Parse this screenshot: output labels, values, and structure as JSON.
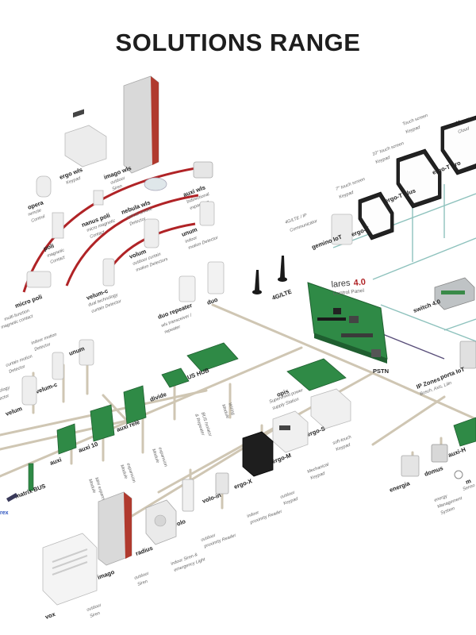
{
  "title": "SOLUTIONS RANGE",
  "colors": {
    "bus": "#cfc6b3",
    "radio": "#b02326",
    "network": "#7fb7b2",
    "pcb": "#2f8a46",
    "panel": "#6b6b6b"
  },
  "panel": {
    "brand": "lares",
    "version": "4.0",
    "subtitle": "Control Panel",
    "antenna_label": "4G/LTE",
    "pstn_label": "PSTN"
  },
  "devices": {
    "imago_wls": {
      "name": "imago wls",
      "desc": [
        "outdoor",
        "Siren"
      ]
    },
    "ergo_wls": {
      "name": "ergo wls",
      "desc": [
        "Keypad"
      ]
    },
    "opera": {
      "name": "opera",
      "desc": [
        "remote",
        "Control"
      ]
    },
    "nebula_wls": {
      "name": "nebula wls",
      "desc": [
        "optical smoke",
        "Detector"
      ]
    },
    "auxi_wls": {
      "name": "auxi wls",
      "desc": [
        "bidirectional",
        "expansion"
      ]
    },
    "nanus_poli": {
      "name": "nanus poli",
      "desc": [
        "micro magnetic",
        "Contact"
      ]
    },
    "poli": {
      "name": "poli",
      "desc": [
        "magnetic",
        "Contact"
      ]
    },
    "micro_poli": {
      "name": "micro poli",
      "desc": [
        "multi-function",
        "magnetic contact"
      ]
    },
    "velum_c_wls": {
      "name": "velum-c",
      "desc": [
        "dual technology",
        "curtain Detector"
      ]
    },
    "volum": {
      "name": "volum",
      "desc": [
        "outdoor curtain",
        "motion Detectors"
      ]
    },
    "unum_wls": {
      "name": "unum",
      "desc": [
        "indoor",
        "motion Detector"
      ]
    },
    "duo_repeater": {
      "name": "duo repeater",
      "desc": [
        "wls transceiver /",
        "repeater"
      ]
    },
    "duo": {
      "name": "duo",
      "desc": []
    },
    "gemino_iot": {
      "name": "gemino IoT",
      "desc": [
        "4G/LTE / IP",
        "Communicator"
      ]
    },
    "ergo_t": {
      "name": "ergo-T",
      "desc": [
        "7\" touch screen",
        "Keypad"
      ]
    },
    "ergo_t_plus": {
      "name": "ergo-T plus",
      "desc": [
        "10\" touch screen",
        "Keypad"
      ]
    },
    "ergo_t_pro": {
      "name": "ergo-T pro",
      "desc": [
        "Touch screen",
        "Keypad"
      ]
    },
    "ksenia_cloud": {
      "name": "Ksen",
      "desc": [
        "Cloud"
      ]
    },
    "switch": {
      "name": "switch 4.0",
      "desc": []
    },
    "porta_iot": {
      "name": "porta IoT",
      "desc": []
    },
    "ip_zones": {
      "name": "IP Zones",
      "desc": [
        "Bosch, Axis, Lilin"
      ]
    },
    "unum_bus": {
      "name": "unum",
      "desc": [
        "indoor motion",
        "Detector"
      ]
    },
    "velum_c_bus": {
      "name": "velum-c",
      "desc": [
        "curtain motion",
        "Detector"
      ]
    },
    "velum_bus": {
      "name": "velum",
      "desc": []
    },
    "ology": {
      "name": "",
      "desc": [
        "ology",
        "ector"
      ]
    },
    "bus_hub": {
      "name": "BUS HUB",
      "desc": []
    },
    "divide": {
      "name": "divide",
      "desc": [
        "BUS Isolator",
        "& Repeater"
      ]
    },
    "wiring_module": {
      "name": "",
      "desc": [
        "Wiring",
        "Module"
      ]
    },
    "auxi_rele": {
      "name": "auxi relè",
      "desc": [
        "expansion",
        "Module"
      ]
    },
    "auxi_10": {
      "name": "auxi 10",
      "desc": [
        "expansion",
        "Module"
      ]
    },
    "auxi": {
      "name": "auxi",
      "desc": [
        "Mini expansion",
        "Module"
      ]
    },
    "matrix_bus": {
      "name": "matrix BUS",
      "desc": []
    },
    "opis": {
      "name": "opis",
      "desc": [
        "Supervised power",
        "supply Station"
      ]
    },
    "ergo_s": {
      "name": "ergo-S",
      "desc": [
        "soft-touch",
        "Keypad"
      ]
    },
    "ergo_m": {
      "name": "ergo-M",
      "desc": [
        "Mechanical",
        "Keypad"
      ]
    },
    "ergo_x": {
      "name": "ergo-X",
      "desc": [
        "outdoor",
        "Keypad"
      ]
    },
    "volo_in": {
      "name": "volo-in",
      "desc": [
        "indoor",
        "proximity Reader"
      ]
    },
    "volo": {
      "name": "volo",
      "desc": [
        "outdoor",
        "proximity Reader"
      ]
    },
    "radius": {
      "name": "radius",
      "desc": [
        "indoor Siren &",
        "emergency Light"
      ]
    },
    "imago": {
      "name": "imago",
      "desc": [
        "outdoor",
        "Siren"
      ]
    },
    "vox": {
      "name": "vox",
      "desc": [
        "outdoor",
        "Siren"
      ]
    },
    "energia": {
      "name": "energia",
      "desc": [
        "energy",
        "Management",
        "System"
      ]
    },
    "domus": {
      "name": "domus",
      "desc": []
    },
    "auxi_h": {
      "name": "auxi-H",
      "desc": []
    },
    "sensor_right": {
      "name": "m",
      "desc": [
        "Senso"
      ]
    },
    "brand_left": {
      "name": "rex",
      "desc": []
    }
  }
}
